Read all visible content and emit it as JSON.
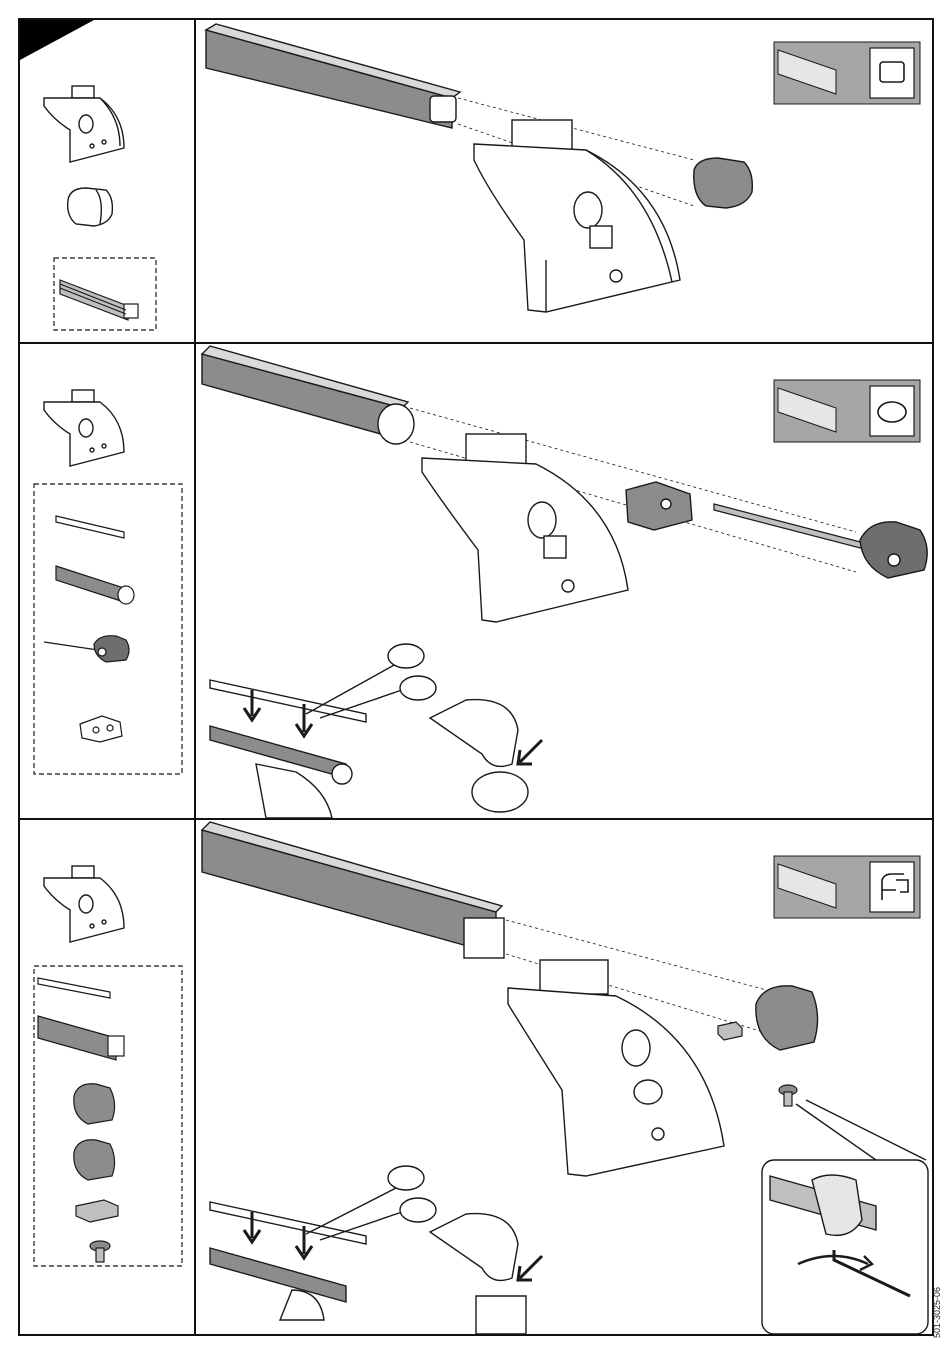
{
  "document": {
    "code": "501-3025-06"
  },
  "panels": [
    {
      "id": "panel-1",
      "profile_icon": "square-profile-icon"
    },
    {
      "id": "panel-2",
      "profile_icon": "oval-profile-icon"
    },
    {
      "id": "panel-3",
      "profile_icon": "t-slot-profile-icon"
    }
  ],
  "colors": {
    "line": "#1a1a1a",
    "bar_fill": "#8c8c8c",
    "bar_light": "#d9d9d9",
    "badge_bg": "#a6a6a6",
    "part_dark": "#6e6e6e"
  }
}
